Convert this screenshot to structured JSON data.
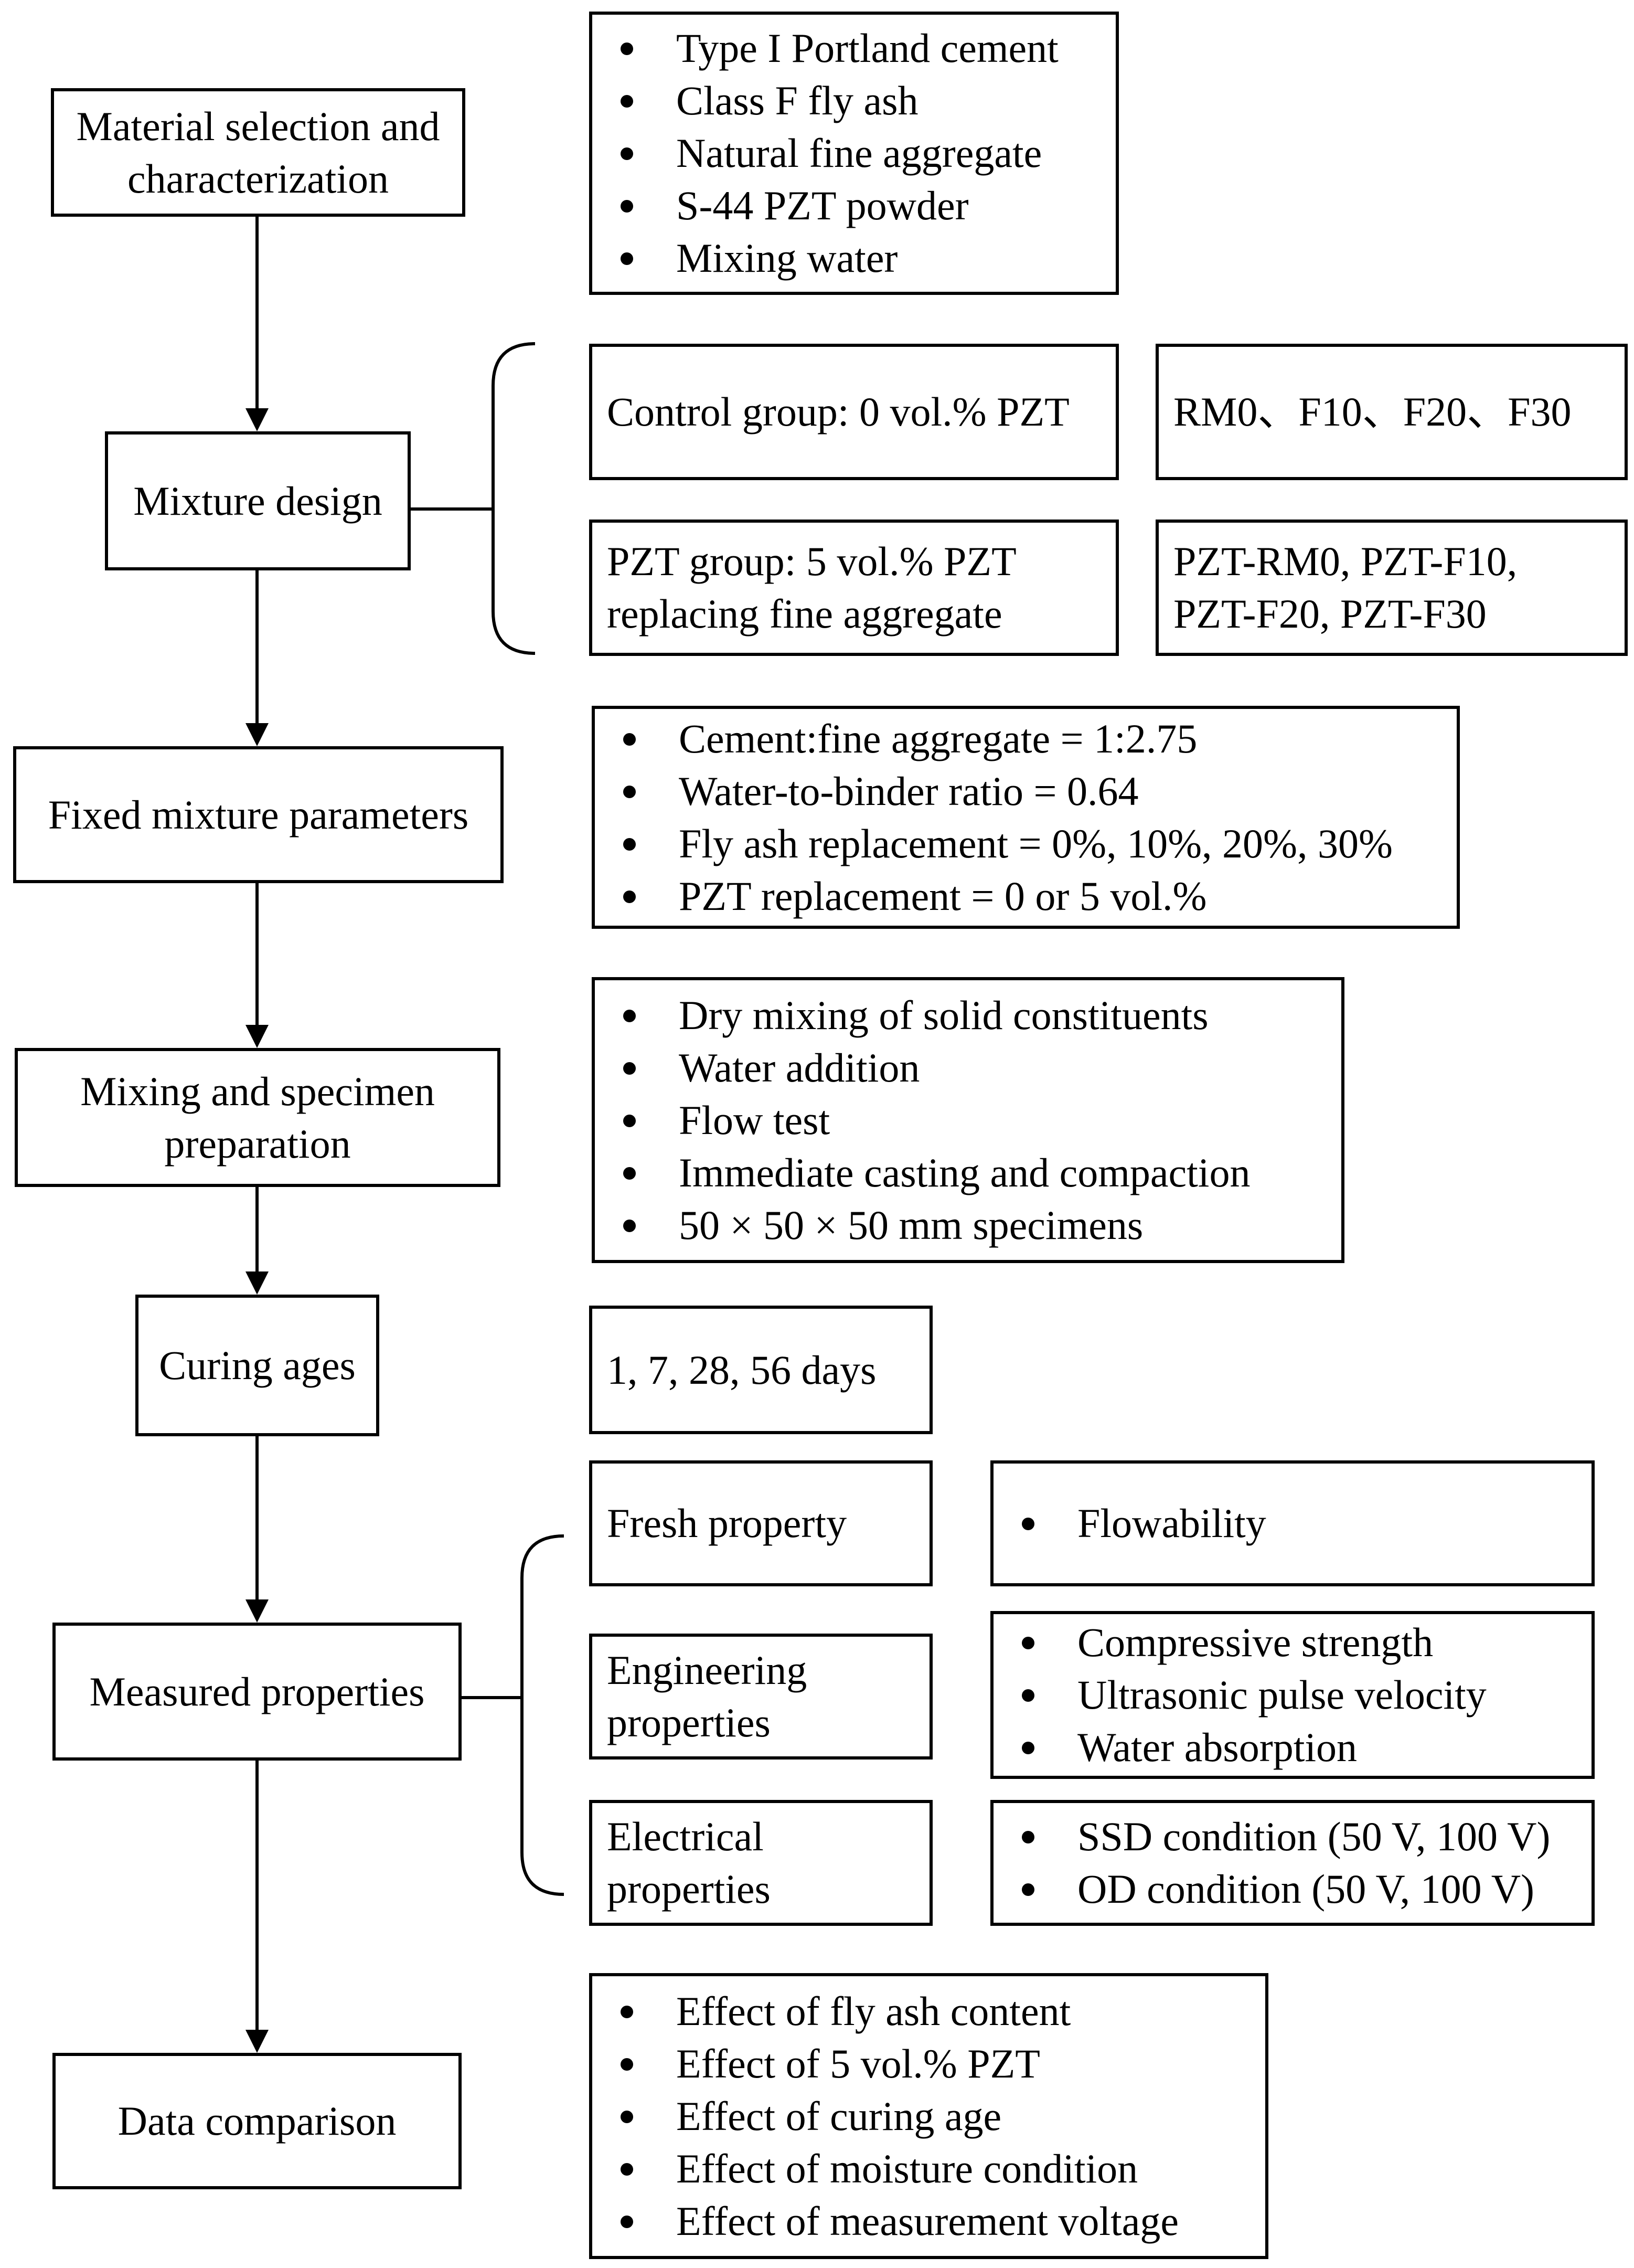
{
  "colors": {
    "line": "#000000",
    "fill": "#ffffff",
    "text": "#000000"
  },
  "steps": [
    {
      "lines": [
        "Material selection and",
        "characterization"
      ]
    },
    {
      "lines": [
        "Mixture design"
      ]
    },
    {
      "lines": [
        "Fixed mixture parameters"
      ]
    },
    {
      "lines": [
        "Mixing and specimen",
        "preparation"
      ]
    },
    {
      "lines": [
        "Curing ages"
      ]
    },
    {
      "lines": [
        "Measured properties"
      ]
    },
    {
      "lines": [
        "Data comparison"
      ]
    }
  ],
  "materials": [
    "Type I Portland cement",
    "Class F fly ash",
    "Natural fine aggregate",
    "S-44 PZT powder",
    "Mixing water"
  ],
  "mixture_groups": [
    {
      "group_lines": [
        "Control group: 0 vol.% PZT"
      ],
      "mix_lines": [
        "RM0、F10、F20、F30"
      ]
    },
    {
      "group_lines": [
        "PZT group: 5 vol.% PZT",
        "replacing fine aggregate"
      ],
      "mix_lines": [
        "PZT-RM0, PZT-F10,",
        "PZT-F20, PZT-F30"
      ]
    }
  ],
  "fixed_parameters": [
    "Cement:fine aggregate = 1:2.75",
    "Water-to-binder ratio = 0.64",
    "Fly ash replacement = 0%, 10%, 20%, 30%",
    "PZT replacement = 0 or 5 vol.%"
  ],
  "mixing_steps": [
    "Dry mixing of solid constituents",
    "Water addition",
    "Flow test",
    "Immediate casting and compaction",
    "50 × 50 × 50 mm specimens"
  ],
  "curing_ages": "1, 7, 28, 56 days",
  "properties": [
    {
      "category_lines": [
        "Fresh property"
      ],
      "items": [
        "Flowability"
      ]
    },
    {
      "category_lines": [
        "Engineering",
        "properties"
      ],
      "items": [
        "Compressive strength",
        "Ultrasonic pulse velocity",
        "Water absorption"
      ]
    },
    {
      "category_lines": [
        "Electrical",
        "properties"
      ],
      "items": [
        "SSD condition (50 V, 100 V)",
        "OD condition (50 V, 100 V)"
      ]
    }
  ],
  "comparisons": [
    "Effect of fly ash content",
    "Effect of 5 vol.% PZT",
    "Effect of curing age",
    "Effect of moisture condition",
    "Effect of measurement voltage"
  ]
}
